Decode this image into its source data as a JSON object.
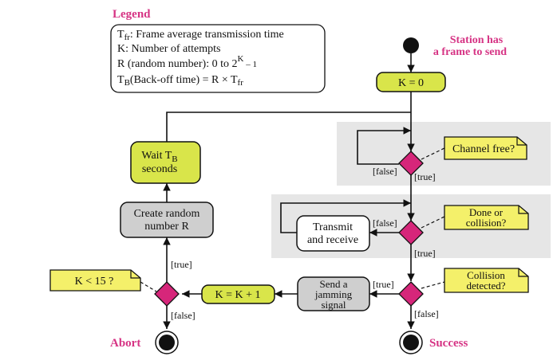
{
  "legend": {
    "title": "Legend",
    "tfr_sym": "T",
    "tfr_sub": "fr",
    "tfr_text": ": Frame average transmission time",
    "k_text": "K: Number of attempts",
    "r_text": "R (random number): 0 to 2",
    "r_sup": "K",
    "r_tail": " – 1",
    "tb_sym": "T",
    "tb_sub": "B",
    "tb_text": "(Back-off time) = R × T",
    "tb_tail_sub": "fr"
  },
  "labels": {
    "start_1": "Station has",
    "start_2": "a frame to send",
    "abort": "Abort",
    "success": "Success"
  },
  "nodes": {
    "k0": "K = 0",
    "wait_1": "Wait T",
    "wait_sub": "B",
    "wait_2": "seconds",
    "create_1": "Create random",
    "create_2": "number R",
    "transmit_1": "Transmit",
    "transmit_2": "and receive",
    "jam_1": "Send a",
    "jam_2": "jamming",
    "jam_3": "signal",
    "kinc": "K = K + 1"
  },
  "notes": {
    "channel": "Channel free?",
    "done_1": "Done or",
    "done_2": "collision?",
    "coll_1": "Collision",
    "coll_2": "detected?",
    "klt": "K < 15 ?"
  },
  "guards": {
    "false1": "[false]",
    "true1": "[true]",
    "false2": "[false]",
    "true2": "[true]",
    "true3": "[true]",
    "false3": "[false]",
    "true4": "[true]",
    "false4": "[false]"
  },
  "colors": {
    "accent": "#d63384",
    "action_fill": "#d9e54a",
    "gray_fill": "#cfcfcf",
    "note_fill": "#f4f06a",
    "diamond": "#d6267a",
    "panel": "#e6e6e6"
  }
}
